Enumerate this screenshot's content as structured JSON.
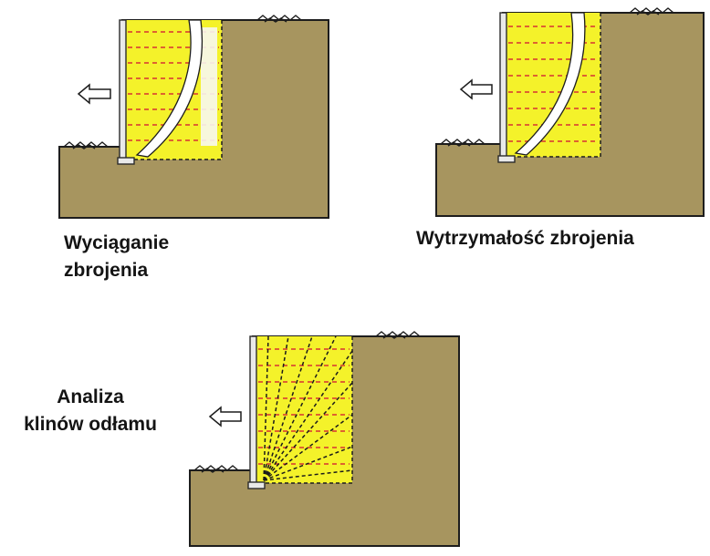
{
  "colors": {
    "soil": "#a7955f",
    "soil_outline": "#1d1d1d",
    "reinforced_zone": "#f4f22a",
    "reinforcement": "#d63232",
    "wedge_line": "#1b1b1b",
    "wall": "#e9e9e9",
    "caption": "#141414"
  },
  "panels": [
    {
      "id": "pullout",
      "caption_lines": [
        "Wyciąganie",
        "zbrojenia"
      ],
      "mechanism": "reinforcement pullout",
      "icons": [
        "push-arrow-icon",
        "failure-arc-icon",
        "wall-footing-icon",
        "grass-icon"
      ]
    },
    {
      "id": "strength",
      "caption_lines": [
        "Wytrzymałość zbrojenia"
      ],
      "mechanism": "reinforcement rupture",
      "icons": [
        "push-arrow-icon",
        "failure-arc-icon",
        "wall-footing-icon",
        "grass-icon"
      ]
    },
    {
      "id": "wedge",
      "caption_lines": [
        "Analiza",
        "klinów odłamu"
      ],
      "mechanism": "failure wedge analysis",
      "icons": [
        "push-arrow-icon",
        "wedge-fan-icon",
        "wall-footing-icon",
        "grass-icon"
      ]
    }
  ]
}
